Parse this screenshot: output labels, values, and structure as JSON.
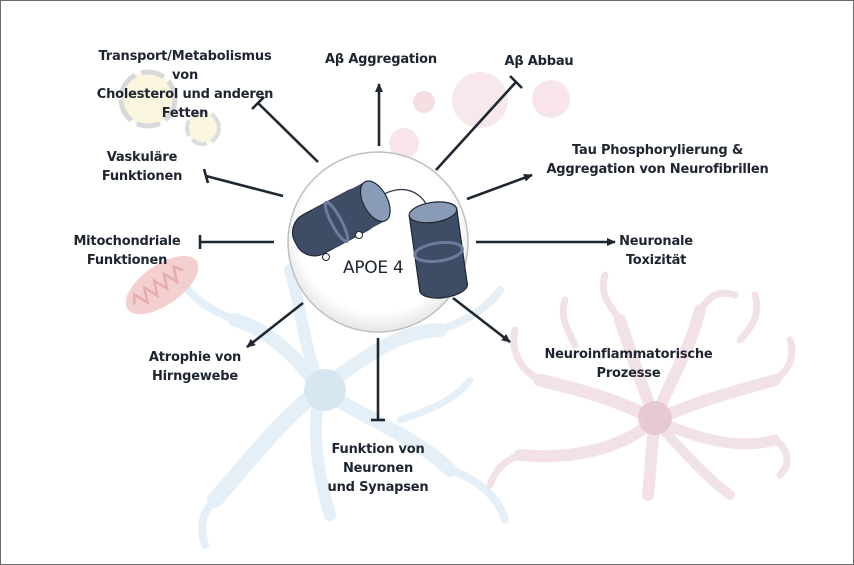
{
  "diagram": {
    "center": {
      "label": "APOE 4",
      "icon": "tin-can-telephone-icon"
    },
    "colors": {
      "arrow": "#1f2733",
      "can_dark": "#3e4c66",
      "can_light": "#8a9bb8",
      "text": "#1e2530",
      "neuron_bg": "#d9e9f4",
      "astrocyte_bg": "#ecd3dd",
      "amyloid_bg": "#f0d2d8",
      "mito_bg": "#f1c9c9",
      "lipid_bg": "#fbf6df"
    },
    "effects": [
      {
        "id": "lipid",
        "label": "Transport/Metabolismus von\nCholesterol und anderen\nFetten",
        "relation": "inhibits",
        "background_icon": "lipid-particle-icon"
      },
      {
        "id": "abeta-aggregation",
        "label": "Aβ Aggregation",
        "relation": "promotes",
        "background_icon": "amyloid-plaque-icon"
      },
      {
        "id": "abeta-clearance",
        "label": "Aβ Abbau",
        "relation": "inhibits",
        "background_icon": "amyloid-plaque-icon"
      },
      {
        "id": "tau",
        "label": "Tau Phosphorylierung &\nAggregation von Neurofibrillen",
        "relation": "promotes"
      },
      {
        "id": "toxicity",
        "label": "Neuronale\nToxizität",
        "relation": "promotes"
      },
      {
        "id": "inflammation",
        "label": "Neuroinflammatorische\nProzesse",
        "relation": "promotes",
        "background_icon": "astrocyte-icon"
      },
      {
        "id": "synapse",
        "label": "Funktion von Neuronen\nund Synapsen",
        "relation": "inhibits",
        "background_icon": "neuron-icon"
      },
      {
        "id": "atrophy",
        "label": "Atrophie von\nHirngewebe",
        "relation": "promotes"
      },
      {
        "id": "mito",
        "label": "Mitochondriale\nFunktionen",
        "relation": "inhibits",
        "background_icon": "mitochondrion-icon"
      },
      {
        "id": "vascular",
        "label": "Vaskuläre\nFunktionen",
        "relation": "inhibits"
      }
    ]
  }
}
